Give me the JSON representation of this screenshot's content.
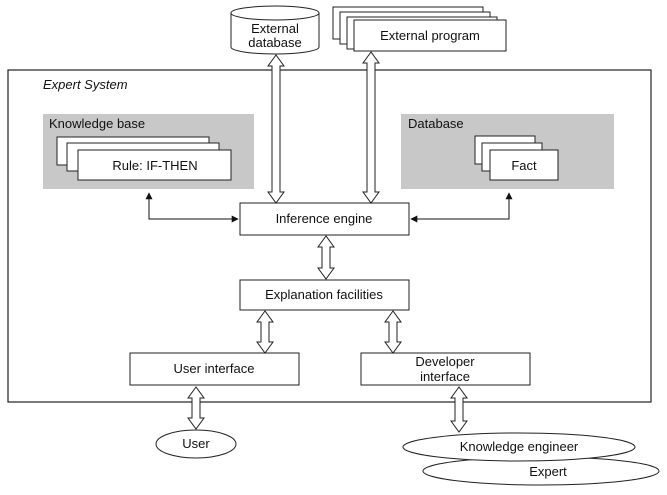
{
  "system_title": "Expert System",
  "external": {
    "database": [
      "External",
      "database"
    ],
    "program": "External program"
  },
  "knowledge_base": {
    "title": "Knowledge base",
    "rule": "Rule:  IF-THEN"
  },
  "database": {
    "title": "Database",
    "fact": "Fact"
  },
  "inference_engine": "Inference engine",
  "explanation_facilities": "Explanation facilities",
  "user_interface": "User interface",
  "developer_interface": [
    "Developer",
    "interface"
  ],
  "actors": {
    "user": "User",
    "knowledge_engineer": "Knowledge engineer",
    "expert": "Expert"
  }
}
